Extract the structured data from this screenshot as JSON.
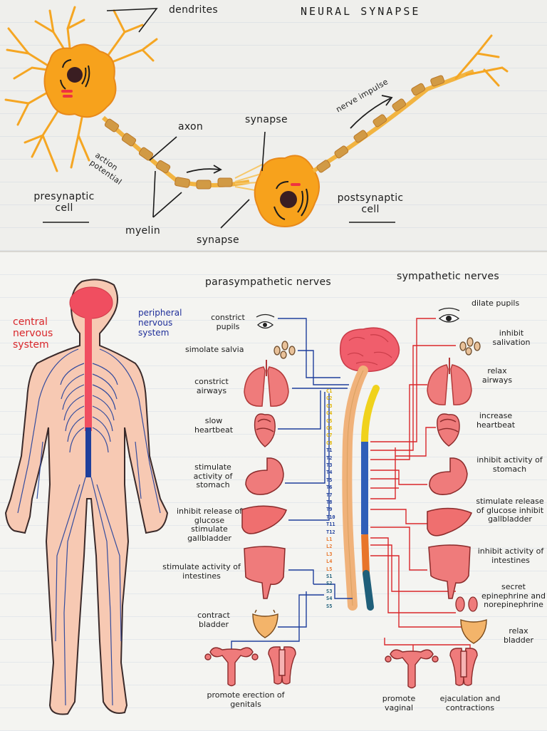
{
  "title": "NEURAL SYNAPSE",
  "neuron_labels": {
    "dendrites": "dendrites",
    "axon": "axon",
    "synapse_top": "synapse",
    "action_potential": "action potential",
    "nerve_impulse": "nerve impulse",
    "presynaptic_cell": "presynaptic cell",
    "myelin": "myelin",
    "synapse_bottom": "synapse",
    "postsynaptic_cell": "postsynaptic cell"
  },
  "body_labels": {
    "central_nervous_system": "central nervous system",
    "peripheral_nervous_system": "peripheral nervous system"
  },
  "headers": {
    "parasympathetic": "parasympathetic nerves",
    "sympathetic": "sympathetic nerves"
  },
  "parasympathetic_labels": [
    "constrict pupils",
    "simolate salvia",
    "constrict airways",
    "slow heartbeat",
    "stimulate activity of stomach",
    "inhibit release of glucose stimulate gallbladder",
    "stimulate activity of intestines",
    "contract bladder",
    "promote erection of genitals"
  ],
  "sympathetic_labels": [
    "dilate pupils",
    "inhibit salivation",
    "relax airways",
    "increase heartbeat",
    "inhibit activity of stomach",
    "stimulate release of glucose inhibit gallbladder",
    "inhibit activity of intestines",
    "secret epinephrine and norepinephrine",
    "relax bladder",
    "promote vaginal",
    "ejaculation and contractions"
  ],
  "vertebrae": [
    "C1",
    "C2",
    "C3",
    "C4",
    "C5",
    "C6",
    "C7",
    "C8",
    "T1",
    "T2",
    "T3",
    "T4",
    "T5",
    "T6",
    "T7",
    "T8",
    "T9",
    "T10",
    "T11",
    "T12",
    "L1",
    "L2",
    "L3",
    "L4",
    "L5",
    "S1",
    "S2",
    "S3",
    "S4",
    "S5"
  ],
  "colors": {
    "neuron_orange": "#f7a21c",
    "myelin_tan": "#d19a45",
    "parasympathetic_blue": "#1f3f9c",
    "sympathetic_red": "#d9262a",
    "organ_pink": "#ef7b7b",
    "brain_pink": "#f05e6c",
    "spine_yellow": "#f0d21c",
    "spine_blue": "#2f5fb8",
    "spine_orange": "#e8752a",
    "spine_teal": "#1f5f7a"
  }
}
